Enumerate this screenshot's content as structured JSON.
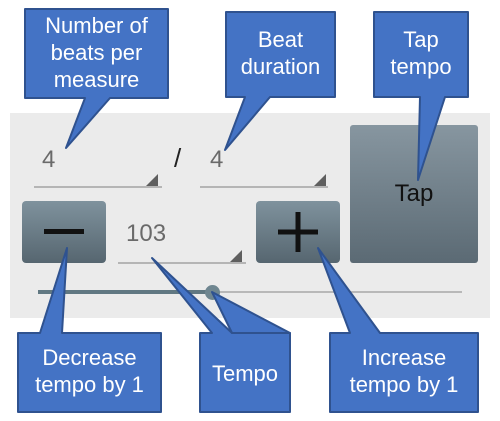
{
  "metronome": {
    "beats_per_measure": "4",
    "separator": "/",
    "beat_duration": "4",
    "tempo": "103",
    "decrease_symbol": "minus",
    "increase_symbol": "plus",
    "tap_label": "Tap",
    "slider_level": 0.41
  },
  "callouts": {
    "beats": "Number of\nbeats per\nmeasure",
    "duration": "Beat\nduration",
    "tap": "Tap\ntempo",
    "decrease": "Decrease\ntempo by 1",
    "tempo": "Tempo",
    "increase": "Increase\ntempo by 1"
  },
  "colors": {
    "callout_fill": "#4473c5",
    "callout_border": "#2f528f",
    "button_top": "#7f929d",
    "button_bottom": "#566670"
  },
  "icons": [
    "minus-icon",
    "plus-icon",
    "dropdown-corner-icon"
  ]
}
